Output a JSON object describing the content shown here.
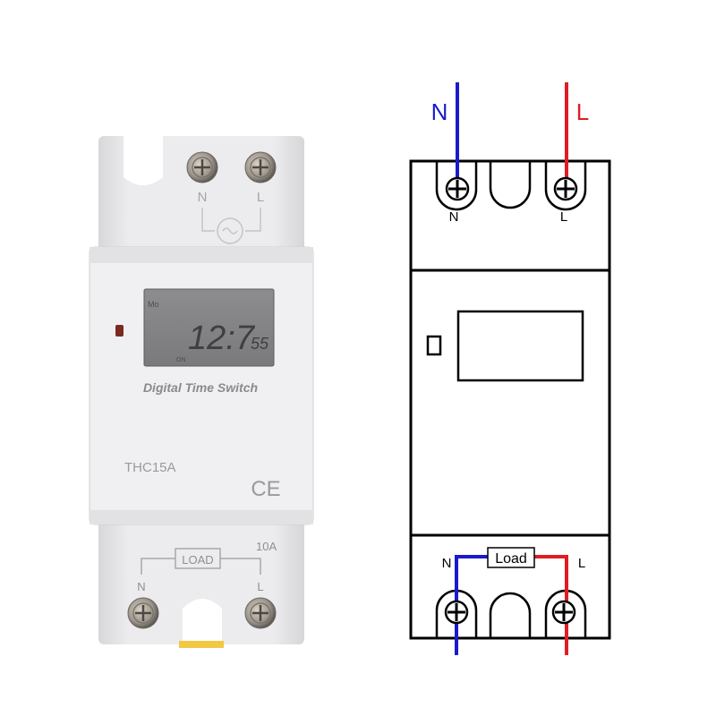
{
  "device": {
    "display_top_text": "Mo",
    "display_time": "12:7",
    "display_seconds": "55",
    "display_bottom_text": "ON",
    "brand_label": "Digital Time Switch",
    "model": "THC15A",
    "certification_mark": "CE",
    "top_terminal_labels": {
      "n": "N",
      "l": "L"
    },
    "bottom_terminal_labels": {
      "n": "N",
      "l": "L"
    },
    "load_label": "LOAD",
    "rating": "10A"
  },
  "diagram": {
    "input_labels": {
      "n": "N",
      "l": "L"
    },
    "top_terminal_labels": {
      "n": "N",
      "l": "L"
    },
    "bottom_terminal_labels": {
      "n": "N",
      "l": "L"
    },
    "load_label": "Load",
    "colors": {
      "neutral": "#1a1acc",
      "live": "#e01c24",
      "outline": "#000000"
    }
  }
}
